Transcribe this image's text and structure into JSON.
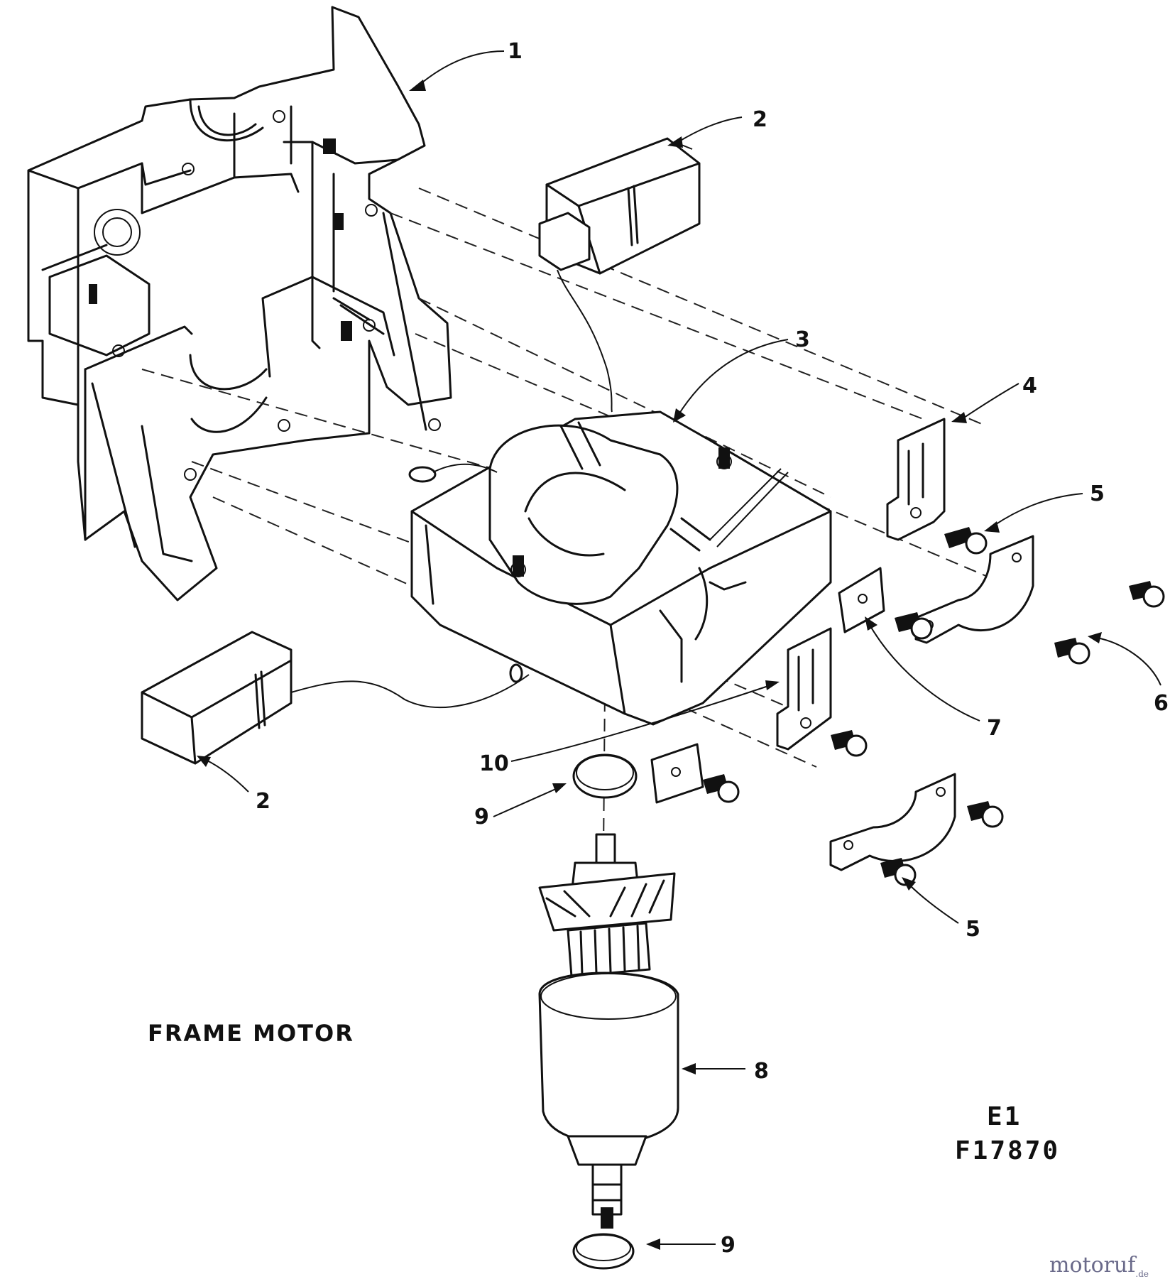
{
  "diagram": {
    "caption": "FRAME MOTOR",
    "sheet": "E1",
    "figure_number": "F17870",
    "watermark": {
      "text": "motoruf",
      "suffix": ".de"
    },
    "callouts": [
      {
        "id": "c1",
        "label": "1"
      },
      {
        "id": "c2a",
        "label": "2"
      },
      {
        "id": "c2b",
        "label": "2"
      },
      {
        "id": "c3",
        "label": "3"
      },
      {
        "id": "c4",
        "label": "4"
      },
      {
        "id": "c5a",
        "label": "5"
      },
      {
        "id": "c5b",
        "label": "5"
      },
      {
        "id": "c6",
        "label": "6"
      },
      {
        "id": "c7",
        "label": "7"
      },
      {
        "id": "c8",
        "label": "8"
      },
      {
        "id": "c9a",
        "label": "9"
      },
      {
        "id": "c9b",
        "label": "9"
      },
      {
        "id": "c10",
        "label": "10"
      }
    ]
  }
}
